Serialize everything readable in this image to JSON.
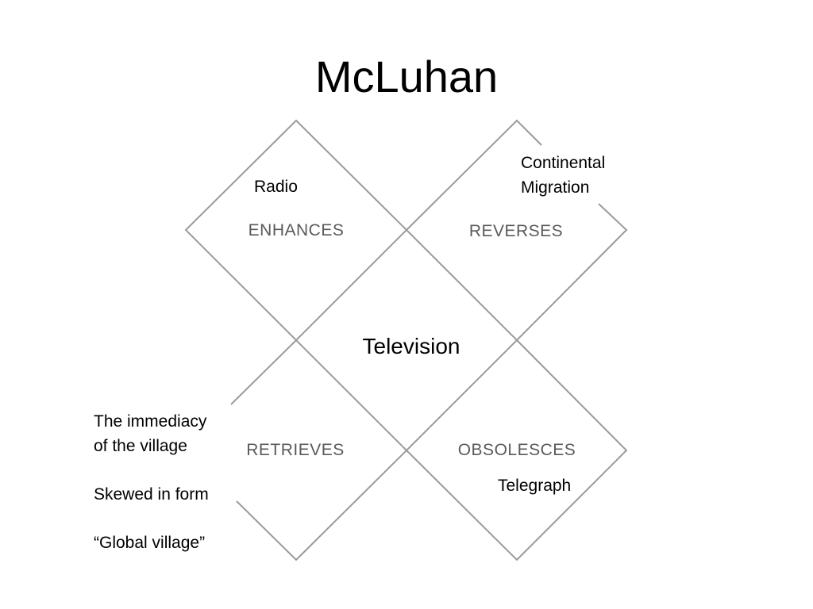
{
  "slide": {
    "title": "McLuhan",
    "center": "Television",
    "quadrants": {
      "enhances": "ENHANCES",
      "reverses": "REVERSES",
      "retrieves": "RETRIEVES",
      "obsolesces": "OBSOLESCES"
    },
    "notes": {
      "enhances": "Radio",
      "reverses_line1": "Continental",
      "reverses_line2": "Migration",
      "retrieves_line1": "The immediacy",
      "retrieves_line2": "of the village",
      "retrieves_line3": "Skewed in form",
      "retrieves_line4": "“Global village”",
      "obsolesces": "Telegraph"
    }
  },
  "colors": {
    "line": "#9a9a9a",
    "quad_text": "#5a5a5a"
  }
}
